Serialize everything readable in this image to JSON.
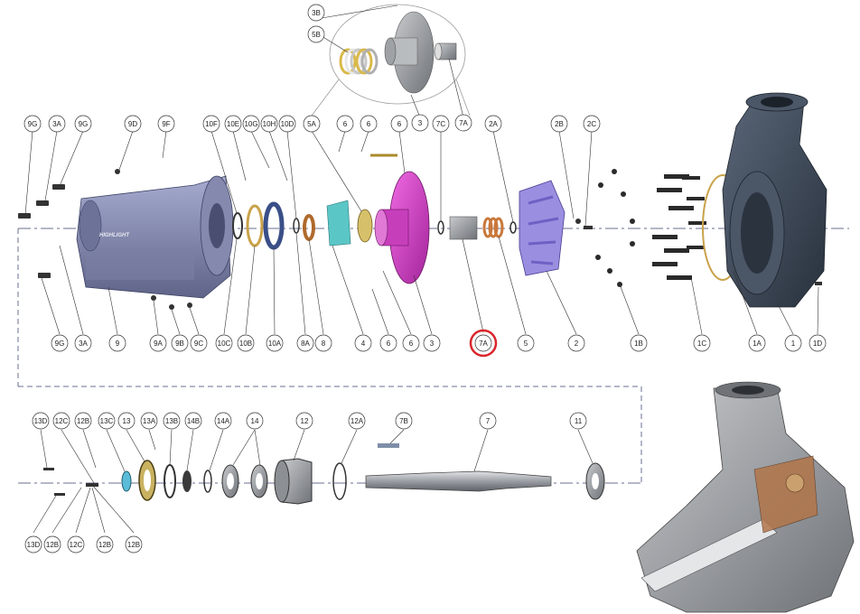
{
  "top_row": [
    {
      "id": "9G-a",
      "text": "9G"
    },
    {
      "id": "3A-a",
      "text": "3A"
    },
    {
      "id": "9G-b",
      "text": "9G"
    },
    {
      "id": "9D",
      "text": "9D"
    },
    {
      "id": "9F",
      "text": "9F"
    },
    {
      "id": "10F",
      "text": "10F"
    },
    {
      "id": "10E",
      "text": "10E"
    },
    {
      "id": "10G",
      "text": "10G"
    },
    {
      "id": "10H",
      "text": "10H"
    },
    {
      "id": "10D",
      "text": "10D"
    },
    {
      "id": "5A",
      "text": "5A"
    },
    {
      "id": "6-a",
      "text": "6"
    },
    {
      "id": "6-b",
      "text": "6"
    },
    {
      "id": "6-c",
      "text": "6"
    },
    {
      "id": "7C",
      "text": "7C"
    },
    {
      "id": "2A",
      "text": "2A"
    },
    {
      "id": "2B",
      "text": "2B"
    },
    {
      "id": "2C",
      "text": "2C"
    }
  ],
  "inset_labels": [
    {
      "id": "3B",
      "text": "3B"
    },
    {
      "id": "5B",
      "text": "5B"
    },
    {
      "id": "3-in",
      "text": "3"
    },
    {
      "id": "7A-in",
      "text": "7A"
    }
  ],
  "bottom_row": [
    {
      "id": "9G-c",
      "text": "9G"
    },
    {
      "id": "3A-b",
      "text": "3A"
    },
    {
      "id": "9",
      "text": "9"
    },
    {
      "id": "9A",
      "text": "9A"
    },
    {
      "id": "9B",
      "text": "9B"
    },
    {
      "id": "9C",
      "text": "9C"
    },
    {
      "id": "10C",
      "text": "10C"
    },
    {
      "id": "10B",
      "text": "10B"
    },
    {
      "id": "10A",
      "text": "10A"
    },
    {
      "id": "8A",
      "text": "8A"
    },
    {
      "id": "8",
      "text": "8"
    },
    {
      "id": "4",
      "text": "4"
    },
    {
      "id": "6-d",
      "text": "6"
    },
    {
      "id": "6-e",
      "text": "6"
    },
    {
      "id": "3",
      "text": "3"
    },
    {
      "id": "7A",
      "text": "7A"
    },
    {
      "id": "5",
      "text": "5"
    },
    {
      "id": "2",
      "text": "2"
    },
    {
      "id": "1B",
      "text": "1B"
    },
    {
      "id": "1C",
      "text": "1C"
    },
    {
      "id": "1A",
      "text": "1A"
    },
    {
      "id": "1",
      "text": "1"
    },
    {
      "id": "1D",
      "text": "1D"
    }
  ],
  "shaft_top": [
    {
      "id": "13D-a",
      "text": "13D"
    },
    {
      "id": "12C-a",
      "text": "12C"
    },
    {
      "id": "12B-a",
      "text": "12B"
    },
    {
      "id": "13C",
      "text": "13C"
    },
    {
      "id": "13",
      "text": "13"
    },
    {
      "id": "13A",
      "text": "13A"
    },
    {
      "id": "13B",
      "text": "13B"
    },
    {
      "id": "14B",
      "text": "14B"
    },
    {
      "id": "14A",
      "text": "14A"
    },
    {
      "id": "14",
      "text": "14"
    },
    {
      "id": "12",
      "text": "12"
    },
    {
      "id": "12A",
      "text": "12A"
    },
    {
      "id": "7B",
      "text": "7B"
    },
    {
      "id": "7",
      "text": "7"
    },
    {
      "id": "11",
      "text": "11"
    }
  ],
  "shaft_bottom": [
    {
      "id": "13D-b",
      "text": "13D"
    },
    {
      "id": "12B-b",
      "text": "12B"
    },
    {
      "id": "12C-b",
      "text": "12C"
    },
    {
      "id": "12B-c",
      "text": "12B"
    },
    {
      "id": "12B-d",
      "text": "12B"
    }
  ],
  "highlight_label": "7A",
  "brand_text": "HIGHLIGHT",
  "colors": {
    "highlight_ring": "#d9262c",
    "housing_fill": "#8a8fb4",
    "volute": "#3b4656",
    "impeller": "#9a8ee0",
    "cover_plate": "#d63fc7",
    "seal": "#d7c06a",
    "cutaway": "#8b8e93"
  }
}
